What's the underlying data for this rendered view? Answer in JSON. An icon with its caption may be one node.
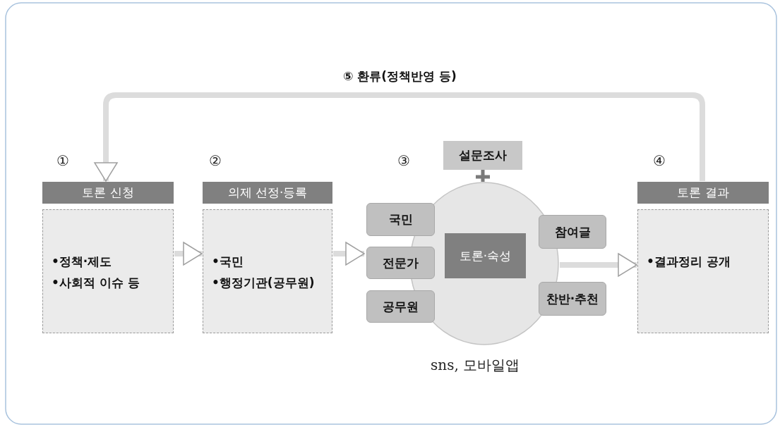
{
  "diagram": {
    "nodes": [
      {
        "text": [
          "토론 신청"
        ],
        "beside": [
          "①"
        ]
      },
      {
        "text": [
          "•정책·제도",
          "•사회적 이슈 등"
        ]
      },
      {
        "text": [
          "의제 선정·등록"
        ],
        "beside": [
          "②"
        ]
      },
      {
        "text": [
          "•국민",
          "•행정기관(공무원)"
        ]
      },
      {
        "text": [
          "설문조사"
        ]
      },
      {
        "text": [],
        "shape": "circle",
        "beside": [
          "③",
          "sns, 모바일앱"
        ]
      },
      {
        "text": [
          "국민"
        ]
      },
      {
        "text": [
          "전문가"
        ]
      },
      {
        "text": [
          "공무원"
        ]
      },
      {
        "text": [
          "토론·숙성"
        ],
        "in": 5
      },
      {
        "text": [
          "참여글"
        ]
      },
      {
        "text": [
          "찬반·추천"
        ]
      },
      {
        "text": [
          "토론 결과"
        ],
        "beside": [
          "④"
        ]
      },
      {
        "text": [
          "•결과정리 공개"
        ]
      }
    ],
    "edges": [
      {
        "from": 1,
        "to": 3,
        "arrow": "to"
      },
      {
        "from": 3,
        "to": 5,
        "arrow": "to"
      },
      {
        "from": 5,
        "to": 13,
        "arrow": "to"
      },
      {
        "from": 12,
        "to": 0,
        "arrow": "to",
        "label": "⑤ 환류(정책반영 등)"
      },
      {
        "from": 4,
        "to": 5,
        "arrow": "none",
        "color": "#7a7a7a"
      }
    ]
  }
}
